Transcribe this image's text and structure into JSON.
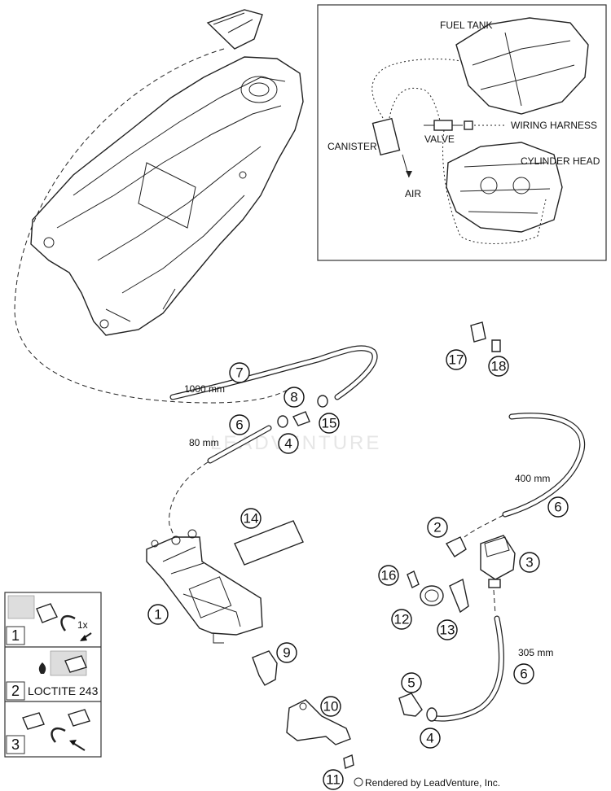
{
  "schematic": {
    "fuel_tank": "FUEL TANK",
    "canister": "CANISTER",
    "valve": "VALVE",
    "wiring_harness": "WIRING HARNESS",
    "cylinder_head": "CYLINDER HEAD",
    "air": "AIR"
  },
  "dimensions": {
    "hose_7": "1000 mm",
    "hose_6a": "80 mm",
    "hose_6b": "400 mm",
    "hose_6c": "305 mm"
  },
  "callouts": {
    "c1": "1",
    "c2": "2",
    "c3": "3",
    "c4a": "4",
    "c4b": "4",
    "c5": "5",
    "c6a": "6",
    "c6b": "6",
    "c6c": "6",
    "c7": "7",
    "c8": "8",
    "c9": "9",
    "c10": "10",
    "c11": "11",
    "c12": "12",
    "c13": "13",
    "c14": "14",
    "c15": "15",
    "c16": "16",
    "c17": "17",
    "c18": "18"
  },
  "legend": [
    {
      "number": "1",
      "note": "1x"
    },
    {
      "number": "2",
      "note": "LOCTITE 243"
    },
    {
      "number": "3",
      "note": ""
    }
  ],
  "watermark": "LEADVENTURE",
  "credit": "Rendered by LeadVenture, Inc."
}
